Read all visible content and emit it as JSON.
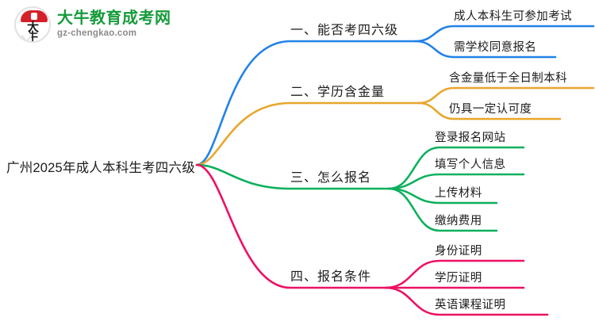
{
  "logo": {
    "badge_text_top": "大",
    "badge_text_bottom": "牛",
    "title": "大牛教育成考网",
    "subtitle": "gz-chengkao.com",
    "title_color": "#169b3b",
    "badge_color": "#d4202a"
  },
  "mindmap": {
    "root": {
      "label": "广州2025年成人本科生考四六级"
    },
    "branches": [
      {
        "label": "一、能否考四六级",
        "color": "#2182e8",
        "children": [
          {
            "label": "成人本科生可参加考试"
          },
          {
            "label": "需学校同意报名"
          }
        ]
      },
      {
        "label": "二、学历含金量",
        "color": "#e9a62c",
        "children": [
          {
            "label": "含金量低于全日制本科"
          },
          {
            "label": "仍具一定认可度"
          }
        ]
      },
      {
        "label": "三、怎么报名",
        "color": "#0bb05c",
        "children": [
          {
            "label": "登录报名网站"
          },
          {
            "label": "填写个人信息"
          },
          {
            "label": "上传材料"
          },
          {
            "label": "缴纳费用"
          }
        ]
      },
      {
        "label": "四、报名条件",
        "color": "#ed1164",
        "children": [
          {
            "label": "身份证明"
          },
          {
            "label": "学历证明"
          },
          {
            "label": "英语课程证明"
          }
        ]
      }
    ]
  }
}
